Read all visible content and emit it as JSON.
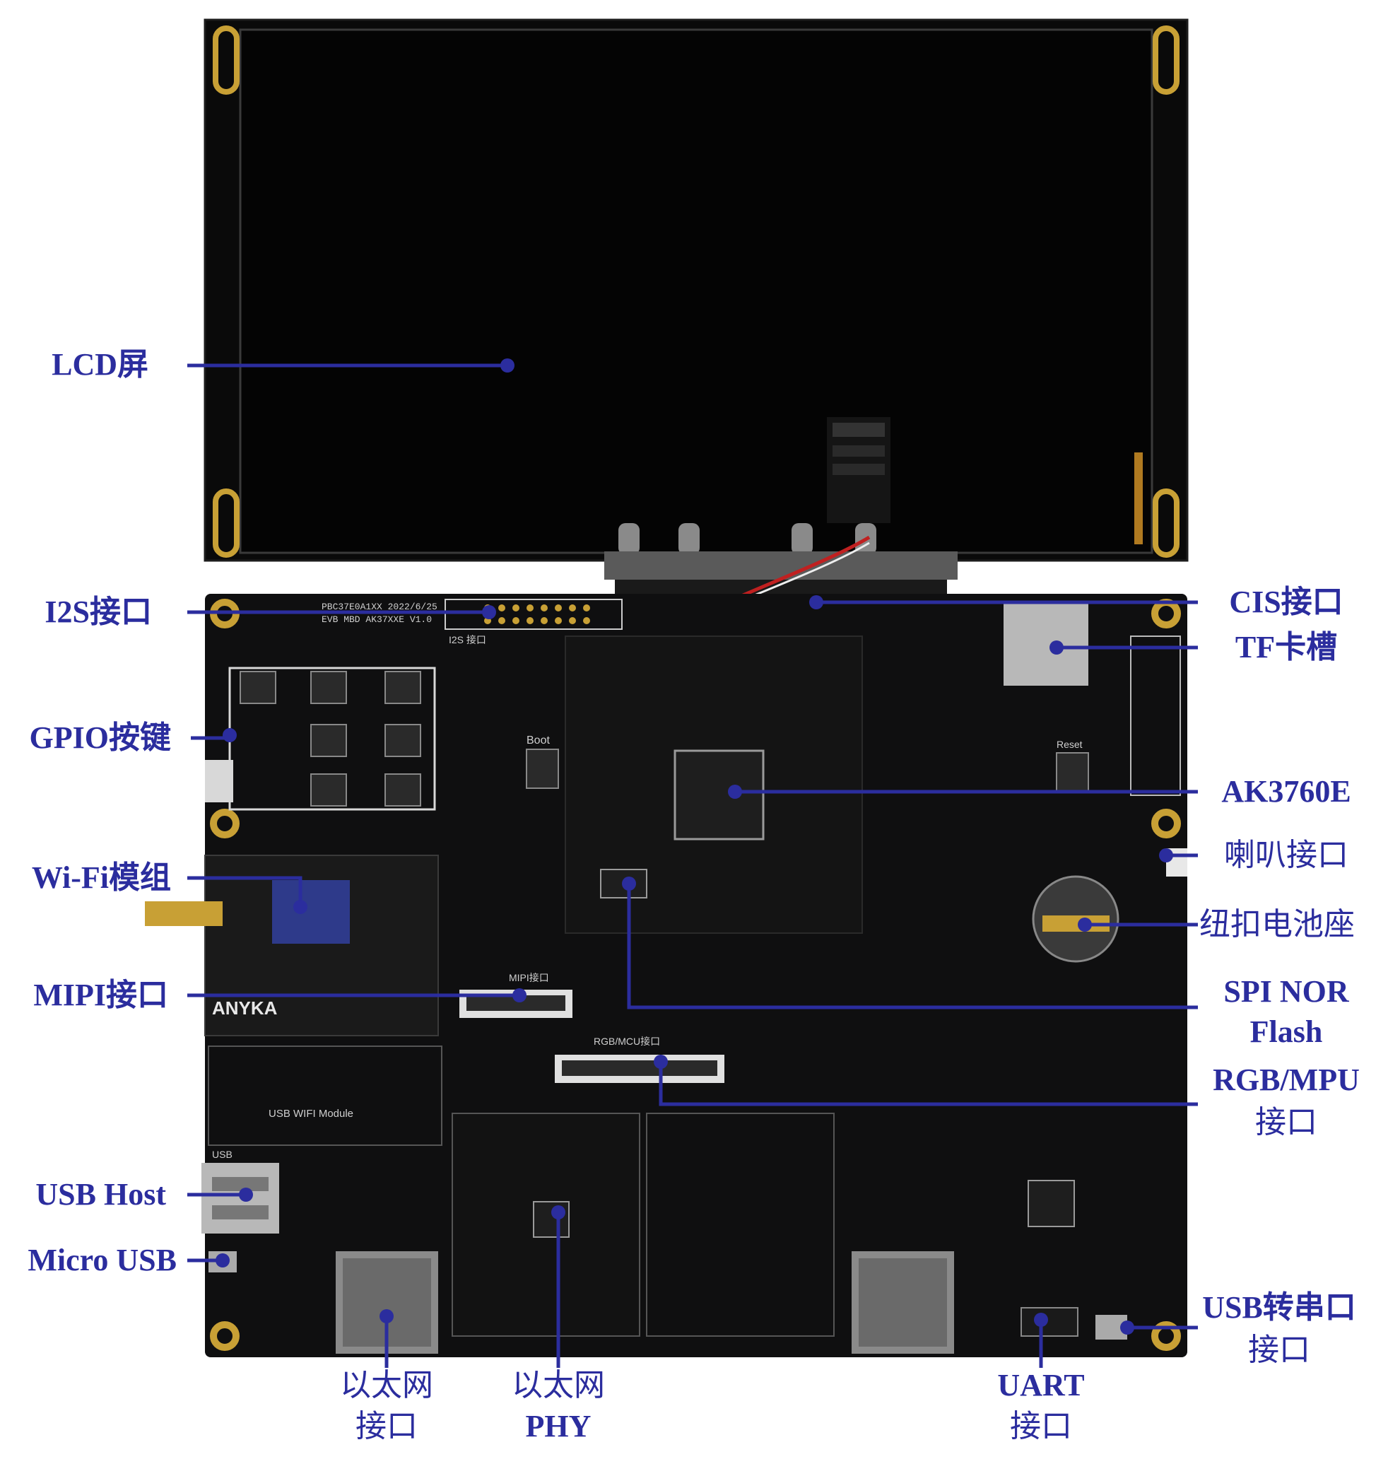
{
  "callouts": {
    "lcd": "LCD屏",
    "i2s": "I2S接口",
    "gpio": "GPIO按键",
    "wifi": "Wi-Fi模组",
    "mipi": "MIPI接口",
    "usb_host": "USB Host",
    "micro_usb": "Micro USB",
    "eth_port": [
      "以太网",
      "接口"
    ],
    "eth_phy": [
      "以太网",
      "PHY"
    ],
    "uart": [
      "UART",
      "接口"
    ],
    "usb_serial": [
      "USB转串口",
      "接口"
    ],
    "rgb_mpu": [
      "RGB/MPU",
      "接口"
    ],
    "spi_nor": [
      "SPI NOR",
      "Flash"
    ],
    "battery": "纽扣电池座",
    "speaker": "喇叭接口",
    "soc": "AK3760E",
    "tf": "TF卡槽",
    "cis": "CIS接口"
  },
  "silkscreen": {
    "brand": "ANYKA",
    "board_id": "PBC37E0A1XX 2022/6/25",
    "board_sub": "EVB MBD AK37XXE V1.0",
    "i2s": "I2S 接口",
    "boot": "Boot",
    "reset": "Reset",
    "usb_wifi": "USB WIFI Module",
    "rgb_mcu": "RGB/MCU接口",
    "mipi_silk": "MIPI接口",
    "usb_silk": "USB"
  },
  "colors": {
    "callout": "#2b2d9e",
    "pcb": "#0f0f10",
    "gold": "#c8a035",
    "screen": "#050505"
  }
}
